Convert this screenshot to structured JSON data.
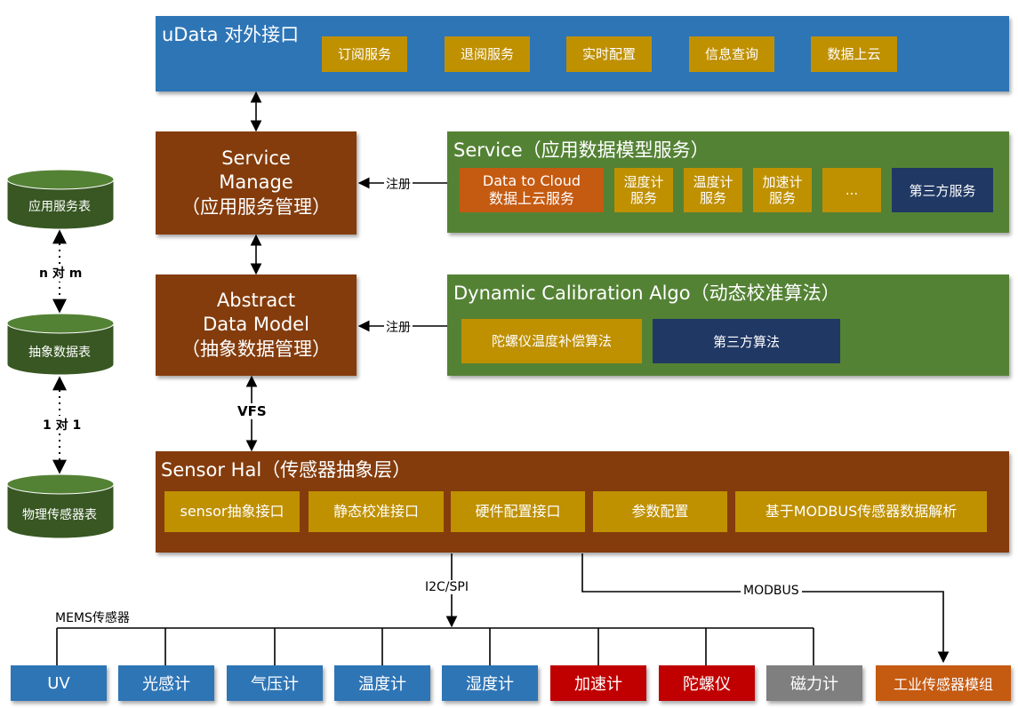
{
  "udata": {
    "title": "uData 对外接口",
    "buttons": [
      "订阅服务",
      "退阅服务",
      "实时配置",
      "信息查询",
      "数据上云"
    ]
  },
  "service_manage": {
    "label": "Service\nManage\n（应用服务管理）"
  },
  "abstract_data_model": {
    "label": "Abstract\nData Model\n（抽象数据管理）"
  },
  "service_panel": {
    "title": "Service（应用数据模型服务）",
    "data_to_cloud": "Data to Cloud\n数据上云服务",
    "items": [
      "湿度计\n服务",
      "温度计\n服务",
      "加速计\n服务",
      "..."
    ],
    "third_party": "第三方服务"
  },
  "calib_panel": {
    "title": "Dynamic Calibration Algo（动态校准算法）",
    "gyro_algo": "陀螺仪温度补偿算法",
    "third_party": "第三方算法"
  },
  "sensor_hal": {
    "title": "Sensor Hal（传感器抽象层）",
    "buttons": [
      "sensor抽象接口",
      "静态校准接口",
      "硬件配置接口",
      "参数配置",
      "基于MODBUS传感器数据解析"
    ]
  },
  "tables": {
    "app_table": "应用服务表",
    "abstract_table": "抽象数据表",
    "physical_table": "物理传感器表",
    "relation_1": "n 对 m",
    "relation_2": "1 对 1"
  },
  "connectors": {
    "register_1": "注册",
    "register_2": "注册",
    "vfs": "VFS",
    "i2c": "I2C/SPI",
    "modbus": "MODBUS",
    "mems": "MEMS传感器"
  },
  "sensors": {
    "uv": "UV",
    "light": "光感计",
    "pressure": "气压计",
    "temperature": "温度计",
    "humidity": "湿度计",
    "accelerometer": "加速计",
    "gyroscope": "陀螺仪",
    "magnetometer": "磁力计",
    "industrial": "工业传感器模组"
  },
  "colors": {
    "blue": "#2e75b6",
    "green": "#548235",
    "brown": "#843c0c",
    "gold": "#bf9000",
    "navy": "#203864",
    "orange": "#c55a11",
    "red": "#c00000",
    "gray": "#7f7f7f",
    "cylinder": "#385723"
  }
}
